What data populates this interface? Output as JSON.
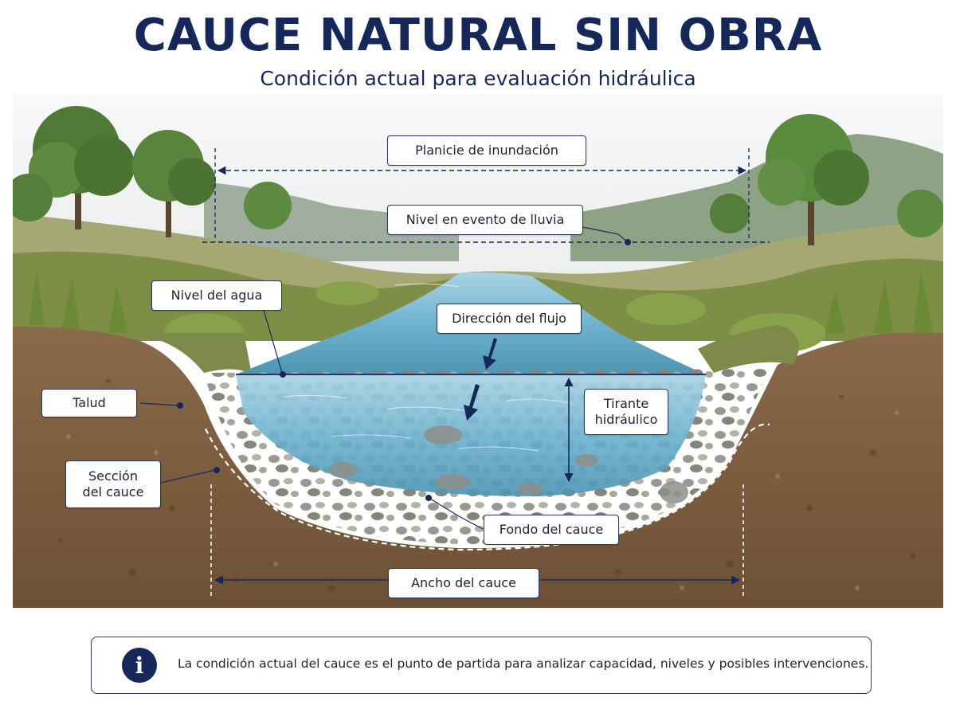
{
  "header": {
    "title": "CAUCE NATURAL SIN OBRA",
    "subtitle": "Condición actual para evaluación hidráulica"
  },
  "diagram": {
    "labels": {
      "planicie": "Planicie de inundación",
      "nivel_lluvia": "Nivel en evento de lluvia",
      "nivel_agua": "Nivel del agua",
      "direccion_flujo": "Dirección del flujo",
      "talud": "Talud",
      "tirante_l1": "Tirante",
      "tirante_l2": "hidráulico",
      "seccion_l1": "Sección",
      "seccion_l2": "del cauce",
      "fondo": "Fondo del cauce",
      "ancho": "Ancho del cauce"
    },
    "colors": {
      "annotation": "#16285a",
      "water": "#5ea9c9",
      "soil": "#7a5a3e",
      "vegetation": "#6f8f3c",
      "sky": "#f4f6f8"
    }
  },
  "info_box": {
    "icon": "info-icon",
    "icon_glyph": "i",
    "text": "La condición actual del cauce es el punto de partida para analizar capacidad, niveles y posibles intervenciones."
  }
}
